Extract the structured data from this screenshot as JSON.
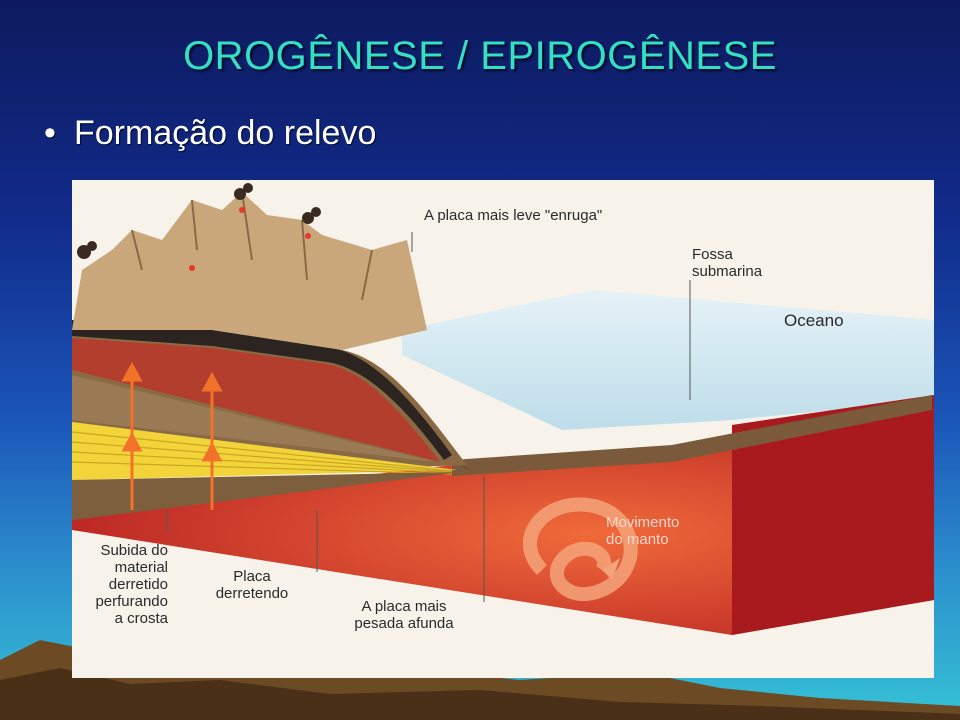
{
  "slide": {
    "title": "OROGÊNESE / EPIROGÊNESE",
    "bullet": "Formação do relevo"
  },
  "figure": {
    "labels": {
      "light_plate": "A placa mais leve \"enruga\"",
      "trench": "Fossa\nsubmarina",
      "ocean": "Oceano",
      "mantle_movement": "Movimento\ndo manto",
      "rising_material": "Subida do\nmaterial\nderretido\nperfurando\na crosta",
      "melting_plate": "Placa\nderretendo",
      "heavy_plate": "A placa mais\npesada afunda"
    }
  },
  "colors": {
    "title": "#33e0c4",
    "bullet": "#ffffff",
    "mantle": "#c8262a",
    "ocean": "#bfe0ee",
    "crust": "#8a6a45",
    "yellow_layer": "#f2d43a"
  }
}
